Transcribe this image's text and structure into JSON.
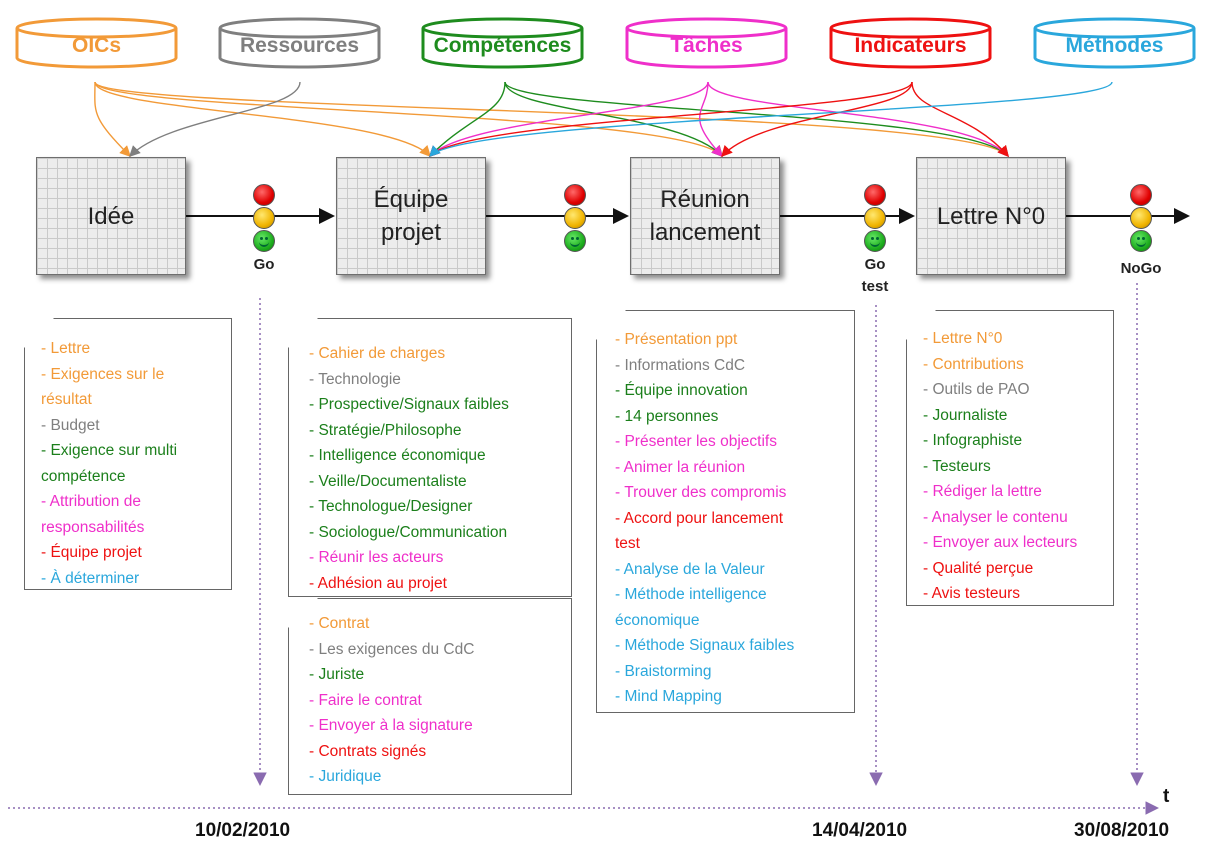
{
  "databases": [
    {
      "id": "oics",
      "label": "OICs",
      "color": "#f29a38"
    },
    {
      "id": "ressources",
      "label": "Ressources",
      "color": "#7f7f7f"
    },
    {
      "id": "competences",
      "label": "Compétences",
      "color": "#1e8c1e"
    },
    {
      "id": "taches",
      "label": "Tâches",
      "color": "#ef2fca"
    },
    {
      "id": "indicateurs",
      "label": "Indicateurs",
      "color": "#ee1111"
    },
    {
      "id": "methodes",
      "label": "Méthodes",
      "color": "#2aa7dc"
    }
  ],
  "steps": [
    {
      "id": "idee",
      "label": "Idée"
    },
    {
      "id": "equipe",
      "label": "Équipe\nprojet"
    },
    {
      "id": "reunion",
      "label": "Réunion\nlancement"
    },
    {
      "id": "lettre",
      "label": "Lettre N°0"
    }
  ],
  "decisions": [
    "Go",
    "",
    "Go\ntest",
    "NoGo"
  ],
  "notes": {
    "idee": [
      {
        "text": "- Lettre",
        "cat": "oics"
      },
      {
        "text": "- Exigences sur le",
        "cat": "oics"
      },
      {
        "text": "résultat",
        "cat": "oics"
      },
      {
        "text": "- Budget",
        "cat": "ressources"
      },
      {
        "text": "- Exigence sur multi",
        "cat": "competences"
      },
      {
        "text": "compétence",
        "cat": "competences"
      },
      {
        "text": "- Attribution de",
        "cat": "taches"
      },
      {
        "text": "responsabilités",
        "cat": "taches"
      },
      {
        "text": "- Équipe projet",
        "cat": "indicateurs"
      },
      {
        "text": "- À déterminer",
        "cat": "methodes"
      }
    ],
    "equipe": [
      {
        "text": "- Cahier de charges",
        "cat": "oics"
      },
      {
        "text": "- Technologie",
        "cat": "ressources"
      },
      {
        "text": "- Prospective/Signaux faibles",
        "cat": "competences"
      },
      {
        "text": "- Stratégie/Philosophe",
        "cat": "competences"
      },
      {
        "text": "- Intelligence économique",
        "cat": "competences"
      },
      {
        "text": "- Veille/Documentaliste",
        "cat": "competences"
      },
      {
        "text": "- Technologue/Designer",
        "cat": "competences"
      },
      {
        "text": "- Sociologue/Communication",
        "cat": "competences"
      },
      {
        "text": "- Réunir les acteurs",
        "cat": "taches"
      },
      {
        "text": "- Adhésion au projet",
        "cat": "indicateurs"
      }
    ],
    "contrat": [
      {
        "text": "- Contrat",
        "cat": "oics"
      },
      {
        "text": "- Les exigences du CdC",
        "cat": "ressources"
      },
      {
        "text": "- Juriste",
        "cat": "competences"
      },
      {
        "text": "- Faire le contrat",
        "cat": "taches"
      },
      {
        "text": "- Envoyer à la signature",
        "cat": "taches"
      },
      {
        "text": "- Contrats signés",
        "cat": "indicateurs"
      },
      {
        "text": "- Juridique",
        "cat": "methodes"
      }
    ],
    "reunion": [
      {
        "text": "- Présentation ppt",
        "cat": "oics"
      },
      {
        "text": "- Informations CdC",
        "cat": "ressources"
      },
      {
        "text": "- Équipe innovation",
        "cat": "competences"
      },
      {
        "text": "- 14 personnes",
        "cat": "competences"
      },
      {
        "text": "- Présenter les objectifs",
        "cat": "taches"
      },
      {
        "text": "- Animer la réunion",
        "cat": "taches"
      },
      {
        "text": "- Trouver des compromis",
        "cat": "taches"
      },
      {
        "text": "- Accord pour lancement",
        "cat": "indicateurs"
      },
      {
        "text": "test",
        "cat": "indicateurs"
      },
      {
        "text": "- Analyse de la Valeur",
        "cat": "methodes"
      },
      {
        "text": "- Méthode intelligence",
        "cat": "methodes"
      },
      {
        "text": "économique",
        "cat": "methodes"
      },
      {
        "text": "- Méthode Signaux faibles",
        "cat": "methodes"
      },
      {
        "text": "- Braistorming",
        "cat": "methodes"
      },
      {
        "text": "- Mind Mapping",
        "cat": "methodes"
      }
    ],
    "lettre": [
      {
        "text": "- Lettre N°0",
        "cat": "oics"
      },
      {
        "text": "- Contributions",
        "cat": "oics"
      },
      {
        "text": "- Outils de PAO",
        "cat": "ressources"
      },
      {
        "text": "- Journaliste",
        "cat": "competences"
      },
      {
        "text": "- Infographiste",
        "cat": "competences"
      },
      {
        "text": "- Testeurs",
        "cat": "competences"
      },
      {
        "text": "- Rédiger la lettre",
        "cat": "taches"
      },
      {
        "text": "- Analyser le contenu",
        "cat": "taches"
      },
      {
        "text": "- Envoyer aux lecteurs",
        "cat": "taches"
      },
      {
        "text": "- Qualité perçue",
        "cat": "indicateurs"
      },
      {
        "text": "- Avis testeurs",
        "cat": "indicateurs"
      }
    ]
  },
  "timeline": {
    "axis_label": "t",
    "dates": [
      "10/02/2010",
      "14/04/2010",
      "30/08/2010"
    ]
  }
}
